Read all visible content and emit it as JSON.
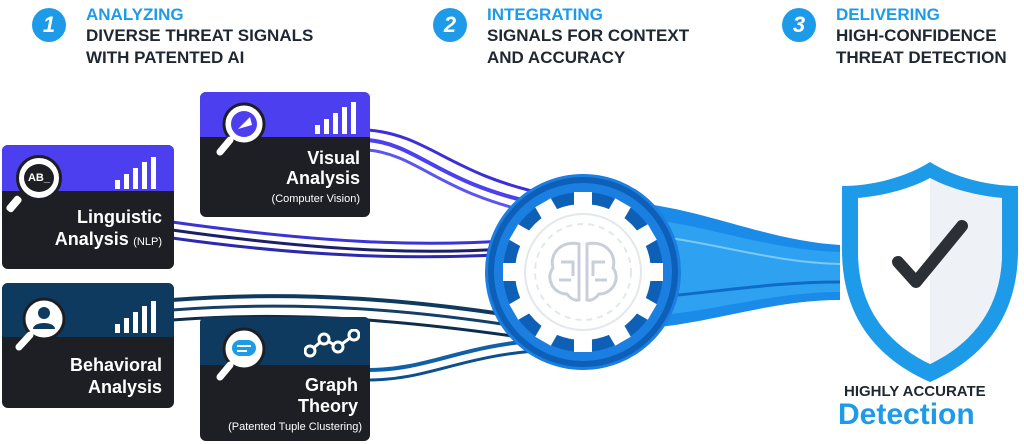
{
  "steps": [
    {
      "num": "1",
      "head": "ANALYZING",
      "line1": "DIVERSE THREAT SIGNALS",
      "line2": "WITH PATENTED AI"
    },
    {
      "num": "2",
      "head": "INTEGRATING",
      "line1": "SIGNALS FOR CONTEXT",
      "line2": "AND ACCURACY"
    },
    {
      "num": "3",
      "head": "DELIVERING",
      "line1": "HIGH-CONFIDENCE",
      "line2": "THREAT DETECTION"
    }
  ],
  "cards": {
    "visual": {
      "line1": "Visual",
      "line2": "Analysis",
      "sub": "(Computer Vision)",
      "icon": "image-magnifier-icon"
    },
    "linguistic": {
      "line1": "Linguistic",
      "line2": "Analysis",
      "sub": "(NLP)",
      "icon_text": "AB_",
      "icon": "text-magnifier-icon"
    },
    "behavioral": {
      "line1": "Behavioral",
      "line2": "Analysis",
      "icon": "person-magnifier-icon"
    },
    "graph": {
      "line1": "Graph",
      "line2": "Theory",
      "sub": "(Patented Tuple Clustering)",
      "icon": "chat-magnifier-icon"
    }
  },
  "detection": {
    "line1": "HIGHLY ACCURATE",
    "line2": "Detection"
  },
  "colors": {
    "accent": "#1e9be8",
    "purple": "#4b3ff0",
    "navy": "#0f3a5f",
    "dark": "#1d1f24",
    "blue": "#1a73e8"
  }
}
